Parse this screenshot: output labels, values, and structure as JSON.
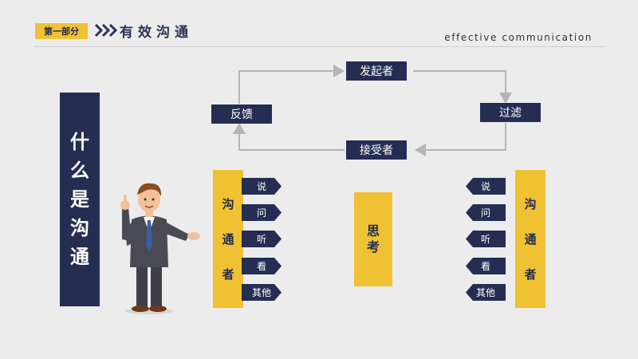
{
  "header": {
    "section_tag": "第一部分",
    "section_title": "有效沟通",
    "english_subtitle": "effective communication"
  },
  "left_banner": {
    "chars": [
      "什",
      "么",
      "是",
      "沟",
      "通"
    ]
  },
  "flow": {
    "top": "发起者",
    "right": "过滤",
    "bottom": "接受者",
    "left": "反馈"
  },
  "left_column": {
    "chars": [
      "沟",
      "通",
      "者"
    ],
    "tags": [
      "说",
      "问",
      "听",
      "看",
      "其他"
    ]
  },
  "center_box": {
    "chars": [
      "思",
      "考"
    ]
  },
  "right_column": {
    "chars": [
      "沟",
      "通",
      "者"
    ],
    "tags": [
      "说",
      "问",
      "听",
      "看",
      "其他"
    ]
  },
  "colors": {
    "navy": "#262d52",
    "yellow": "#f0c132",
    "background": "#ececec",
    "arrow": "#b5b5b5"
  },
  "icons": [
    "chevron-triple-icon",
    "businessman-illustration"
  ]
}
